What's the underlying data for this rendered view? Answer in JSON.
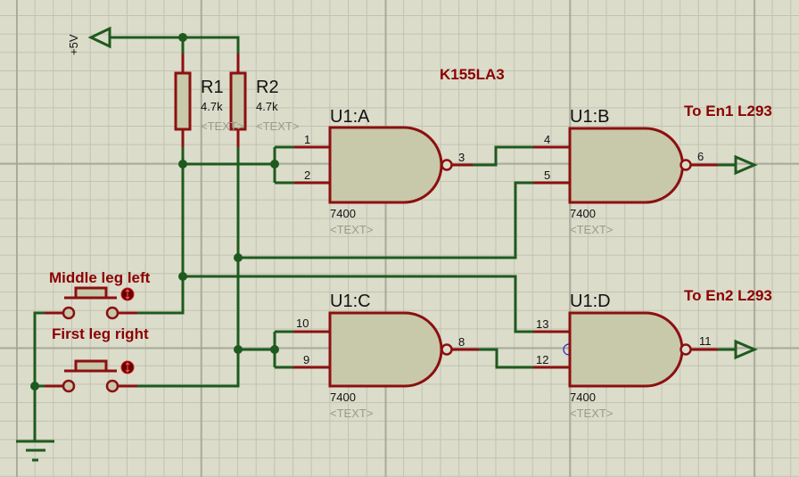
{
  "power": {
    "label": "+5V"
  },
  "chip_label": "K155LA3",
  "resistors": [
    {
      "ref": "R1",
      "value": "4.7k",
      "text": "<TEXT>"
    },
    {
      "ref": "R2",
      "value": "4.7k",
      "text": "<TEXT>"
    }
  ],
  "gates": [
    {
      "ref": "U1:A",
      "part": "7400",
      "text": "<TEXT>",
      "pins": [
        "1",
        "2",
        "3"
      ]
    },
    {
      "ref": "U1:B",
      "part": "7400",
      "text": "<TEXT>",
      "pins": [
        "4",
        "5",
        "6"
      ]
    },
    {
      "ref": "U1:C",
      "part": "7400",
      "text": "<TEXT>",
      "pins": [
        "10",
        "9",
        "8"
      ]
    },
    {
      "ref": "U1:D",
      "part": "7400",
      "text": "<TEXT>",
      "pins": [
        "13",
        "12",
        "11"
      ]
    }
  ],
  "switch_labels": [
    "Middle leg left",
    "First leg right"
  ],
  "outputs": [
    "To En1 L293",
    "To En2 L293"
  ],
  "colors": {
    "wire": "#1e5a1e",
    "component": "#8b1010",
    "gate_fill": "#c8c8aa",
    "note": "#8b0000",
    "background": "#dcdccb"
  }
}
